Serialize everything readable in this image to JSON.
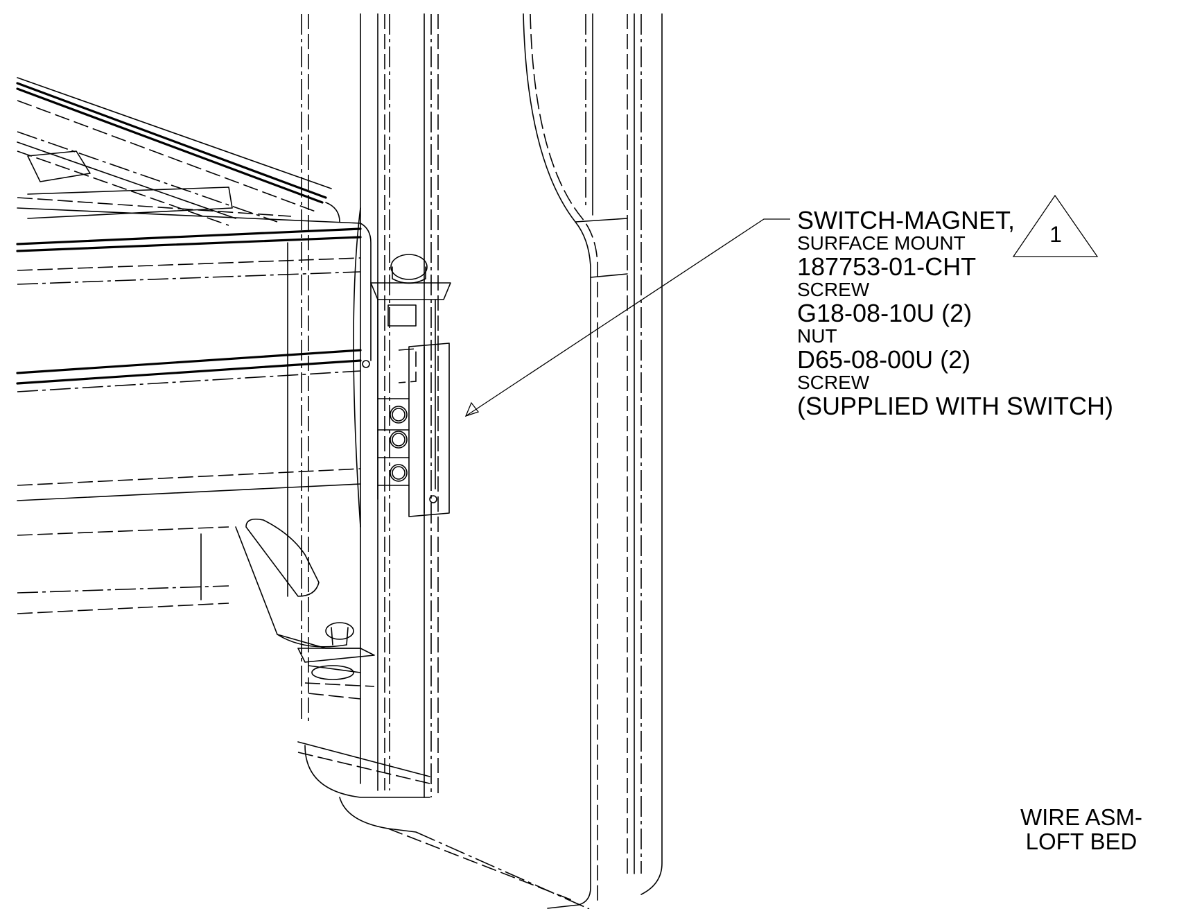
{
  "callout": {
    "part_name_line1": "SWITCH-MAGNET,",
    "part_name_line2": "SURFACE MOUNT",
    "part_number": "187753-01-CHT",
    "item2_label": "SCREW",
    "item2_number": "G18-08-10U (2)",
    "item3_label": "NUT",
    "item3_number": "D65-08-00U (2)",
    "item4_label": "SCREW",
    "item4_note": "(SUPPLIED WITH SWITCH)"
  },
  "revision_flag": "1",
  "view_title": {
    "line1": "WIRE ASM-",
    "line2": "LOFT BED"
  }
}
